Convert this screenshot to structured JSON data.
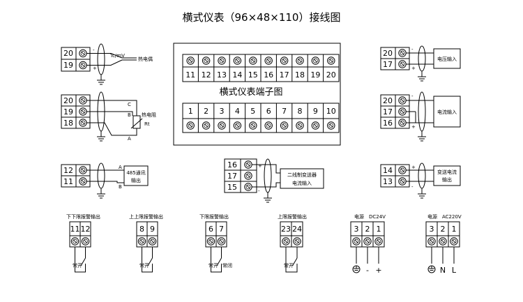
{
  "title": "横式仪表（96×48×110）接线图",
  "center": {
    "label": "横式仪表端子图",
    "top_row": [
      "11",
      "12",
      "13",
      "14",
      "15",
      "16",
      "17",
      "18",
      "19",
      "20"
    ],
    "bottom_row": [
      "1",
      "2",
      "3",
      "4",
      "5",
      "6",
      "7",
      "8",
      "9",
      "10"
    ]
  },
  "thermocouple": {
    "terminals": [
      "20",
      "19"
    ],
    "signal": "Tc/mV",
    "label": "热电偶",
    "plus": "+",
    "minus": "-"
  },
  "rtd": {
    "terminals": [
      "20",
      "19",
      "18"
    ],
    "label": "热电阻",
    "sub": "Rt",
    "letters": [
      "C",
      "B",
      "A"
    ]
  },
  "rs485": {
    "terminals": [
      "12",
      "11"
    ],
    "label_1": "485通讯",
    "label_2": "输出",
    "letters": [
      "A",
      "B"
    ]
  },
  "voltage_input": {
    "terminals": [
      "20",
      "17"
    ],
    "label": "电压输入",
    "plus": "+",
    "minus": "-"
  },
  "current_input": {
    "terminals": [
      "20",
      "17",
      "16"
    ],
    "label": "电流输入",
    "plus": "+",
    "minus": "-"
  },
  "transmitter": {
    "terminals": [
      "16",
      "17",
      "15"
    ],
    "label_1": "二线制变送器",
    "label_2": "电流输入",
    "plus": "+",
    "minus": "-"
  },
  "transmit_output": {
    "terminals": [
      "14",
      "13"
    ],
    "label_1": "变送电流",
    "label_2": "输出",
    "plus": "+",
    "minus": "-"
  },
  "alarm_groups": [
    {
      "label": "下下限报警输出",
      "terminals": [
        "11",
        "12"
      ],
      "notes": [
        "常开"
      ]
    },
    {
      "label": "上上限报警输出",
      "terminals": [
        "8",
        "9"
      ],
      "notes": [
        "常开"
      ]
    },
    {
      "label": "下限报警输出",
      "terminals": [
        "6",
        "7"
      ],
      "notes": [
        "常开",
        "常闭"
      ]
    },
    {
      "label": "上限报警输出",
      "terminals": [
        "23",
        "24"
      ],
      "notes": [
        "常开"
      ]
    }
  ],
  "power_dc": {
    "label_1": "电源",
    "label_2": "DC24V",
    "terminals": [
      "3",
      "2",
      "1"
    ],
    "marks": [
      "-",
      "+"
    ]
  },
  "power_ac": {
    "label_1": "电源",
    "label_2": "AC220V",
    "terminals": [
      "3",
      "2",
      "1"
    ],
    "marks": [
      "N",
      "L"
    ]
  },
  "icons": [
    "screw-terminal-icon",
    "ground-icon",
    "shielded-cable-icon",
    "resistor-icon",
    "contact-switch-icon"
  ]
}
